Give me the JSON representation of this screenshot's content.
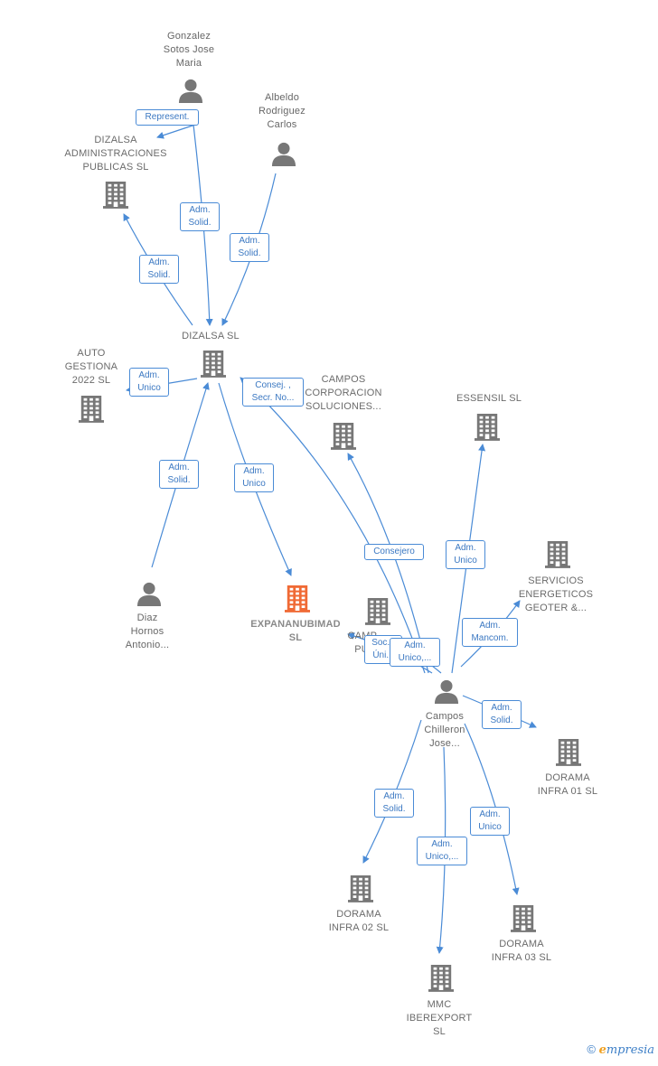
{
  "colors": {
    "edge": "#4a8bd6",
    "badge_text": "#3b78c2",
    "icon": "#777777",
    "focus_icon": "#f06a35",
    "label": "#6b6b6b"
  },
  "nodes": [
    {
      "id": "gonzalez",
      "kind": "person",
      "label": "Gonzalez\nSotos Jose\nMaria",
      "icon": "person-icon"
    },
    {
      "id": "albeldo",
      "kind": "person",
      "label": "Albeldo\nRodriguez\nCarlos",
      "icon": "person-icon"
    },
    {
      "id": "dizalsa_adm",
      "kind": "company",
      "label": "DIZALSA\nADMINISTRACIONES\nPUBLICAS  SL",
      "icon": "building-icon"
    },
    {
      "id": "dizalsa",
      "kind": "company",
      "label": "DIZALSA SL",
      "icon": "building-icon"
    },
    {
      "id": "auto_gestiona",
      "kind": "company",
      "label": "AUTO\nGESTIONA\n2022  SL",
      "icon": "building-icon"
    },
    {
      "id": "campos_corp",
      "kind": "company",
      "label": "CAMPOS\nCORPORACION\nSOLUCIONES...",
      "icon": "building-icon"
    },
    {
      "id": "essensil",
      "kind": "company",
      "label": "ESSENSIL  SL",
      "icon": "building-icon"
    },
    {
      "id": "servicios",
      "kind": "company",
      "label": "SERVICIOS\nENERGETICOS\nGEOTER &...",
      "icon": "building-icon"
    },
    {
      "id": "diaz",
      "kind": "person",
      "label": "Diaz\nHornos\nAntonio...",
      "icon": "person-icon"
    },
    {
      "id": "expananubimad",
      "kind": "focus",
      "label": "EXPANANUBIMAD\nSL",
      "icon": "building-icon"
    },
    {
      "id": "campos_pu",
      "kind": "company",
      "label": "CAMP...\nPU...",
      "icon": "building-icon"
    },
    {
      "id": "campos_chilleron",
      "kind": "person",
      "label": "Campos\nChilleron\nJose...",
      "icon": "person-icon"
    },
    {
      "id": "dorama01",
      "kind": "company",
      "label": "DORAMA\nINFRA 01  SL",
      "icon": "building-icon"
    },
    {
      "id": "dorama02",
      "kind": "company",
      "label": "DORAMA\nINFRA 02  SL",
      "icon": "building-icon"
    },
    {
      "id": "dorama03",
      "kind": "company",
      "label": "DORAMA\nINFRA 03  SL",
      "icon": "building-icon"
    },
    {
      "id": "mmc",
      "kind": "company",
      "label": "MMC\nIBEREXPORT\nSL",
      "icon": "building-icon"
    }
  ],
  "edges": [
    {
      "from": "gonzalez",
      "to": "dizalsa_adm",
      "label": "Represent."
    },
    {
      "from": "gonzalez",
      "to": "dizalsa",
      "label": "Adm.\nSolid."
    },
    {
      "from": "albeldo",
      "to": "dizalsa",
      "label": "Adm.\nSolid."
    },
    {
      "from": "dizalsa",
      "to": "dizalsa_adm",
      "label": "Adm.\nSolid."
    },
    {
      "from": "dizalsa",
      "to": "auto_gestiona",
      "label": "Adm.\nUnico"
    },
    {
      "from": "dizalsa",
      "to": "expananubimad",
      "label": "Adm.\nUnico"
    },
    {
      "from": "diaz",
      "to": "dizalsa",
      "label": "Adm.\nSolid."
    },
    {
      "from": "campos_chilleron",
      "to": "dizalsa",
      "label": "Consej. ,\nSecr. No..."
    },
    {
      "from": "campos_chilleron",
      "to": "campos_corp",
      "label": "Consejero"
    },
    {
      "from": "campos_chilleron",
      "to": "essensil",
      "label": "Adm.\nUnico"
    },
    {
      "from": "campos_chilleron",
      "to": "servicios",
      "label": "Adm.\nMancom."
    },
    {
      "from": "campos_chilleron",
      "to": "campos_pu",
      "label": "Soc...\nÚni..."
    },
    {
      "from": "campos_chilleron",
      "to": "campos_pu",
      "label": "Adm.\nUnico,..."
    },
    {
      "from": "campos_chilleron",
      "to": "dorama01",
      "label": "Adm.\nSolid."
    },
    {
      "from": "campos_chilleron",
      "to": "dorama02",
      "label": "Adm.\nSolid."
    },
    {
      "from": "campos_chilleron",
      "to": "mmc",
      "label": "Adm.\nUnico,..."
    },
    {
      "from": "campos_chilleron",
      "to": "dorama03",
      "label": "Adm.\nUnico"
    }
  ],
  "watermark": {
    "copyright": "©",
    "brand_initial": "e",
    "brand_rest": "mpresia"
  }
}
